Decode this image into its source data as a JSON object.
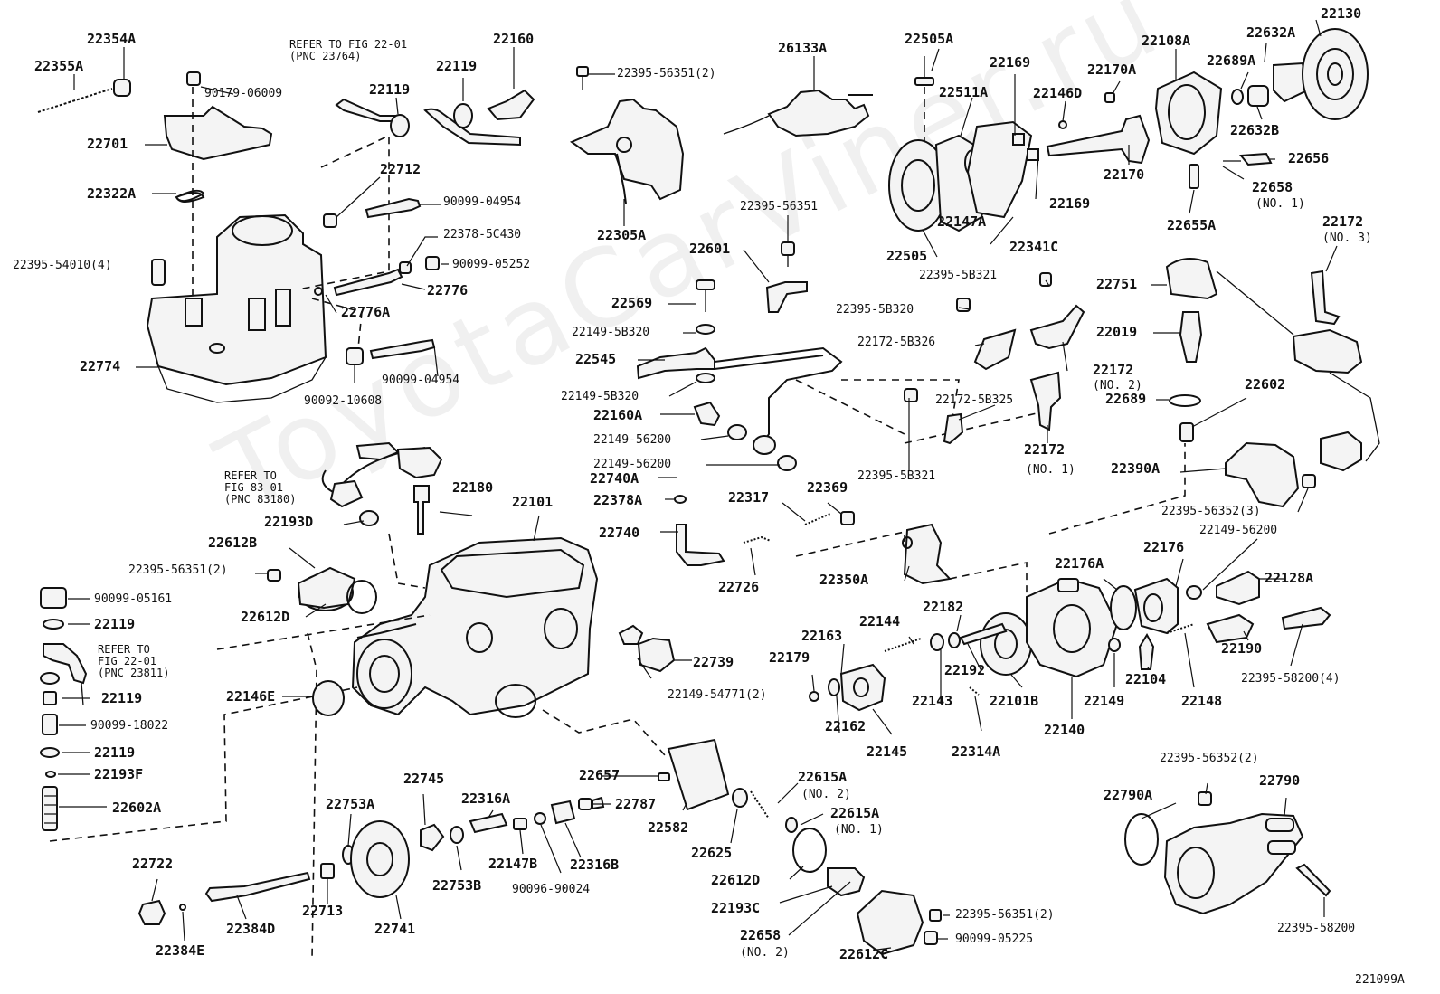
{
  "watermark": "ToyotaCarViner.ru",
  "figure_id": "221099A",
  "references": [
    {
      "id": "ref-a",
      "text": "REFER TO FIG 22-01\n(PNC 23764)"
    },
    {
      "id": "ref-b",
      "text": "REFER TO\nFIG 83-01\n(PNC 83180)"
    },
    {
      "id": "ref-c",
      "text": "REFER TO\nFIG 22-01\n(PNC 23811)"
    }
  ],
  "labels": [
    "22354A",
    "22355A",
    "90179-06009",
    "22701",
    "22322A",
    "22395-54010(4)",
    "22774",
    "22160",
    "22119",
    "22119",
    "22712",
    "90099-04954",
    "22378-5C430",
    "90099-05252",
    "22776",
    "22776A",
    "90099-04954",
    "90092-10608",
    "22395-56351(2)",
    "22305A",
    "26133A",
    "22395-56351",
    "22601",
    "22569",
    "22149-5B320",
    "22545",
    "22149-5B320",
    "22160A",
    "22149-56200",
    "22149-56200",
    "22740A",
    "22378A",
    "22740",
    "22317",
    "22369",
    "22726",
    "22505A",
    "22511A",
    "22505",
    "22147A",
    "22341C",
    "22169",
    "22169",
    "22170A",
    "22146D",
    "22170",
    "22108A",
    "22130",
    "22632A",
    "22689A",
    "22632B",
    "22656",
    "22658",
    "(NO. 1)",
    "22655A",
    "22172",
    "(NO. 3)",
    "22395-5B321",
    "22395-5B320",
    "22172-5B326",
    "22172",
    "(NO. 2)",
    "22172-5B325",
    "22172",
    "(NO. 1)",
    "22395-5B321",
    "22751",
    "22019",
    "22689",
    "22602",
    "22390A",
    "22395-56352(3)",
    "22149-56200",
    "22128A",
    "22190",
    "22395-58200(4)",
    "22176A",
    "22176",
    "22350A",
    "22182",
    "22144",
    "22163",
    "22179",
    "22162",
    "22145",
    "22143",
    "22192",
    "22101B",
    "22314A",
    "22140",
    "22149",
    "22104",
    "22148",
    "REFER TO FIG 83-01 (PNC 83180)",
    "22180",
    "22193D",
    "22101",
    "22612B",
    "22395-56351(2)",
    "22612D",
    "90099-05161",
    "22119",
    "22119",
    "90099-18022",
    "22119",
    "22193F",
    "22602A",
    "22146E",
    "22739",
    "22149-54771(2)",
    "22657",
    "22582",
    "22615A",
    "(NO. 2)",
    "22615A",
    "(NO. 1)",
    "22625",
    "22745",
    "22316A",
    "22147B",
    "90096-90024",
    "22316B",
    "22787",
    "22753A",
    "22753B",
    "22713",
    "22741",
    "22722",
    "22384D",
    "22384E",
    "22612D",
    "22193C",
    "22658",
    "(NO. 2)",
    "22612C",
    "22395-56351(2)",
    "90099-05225",
    "22790A",
    "22790",
    "22395-56352(2)",
    "22395-58200"
  ]
}
